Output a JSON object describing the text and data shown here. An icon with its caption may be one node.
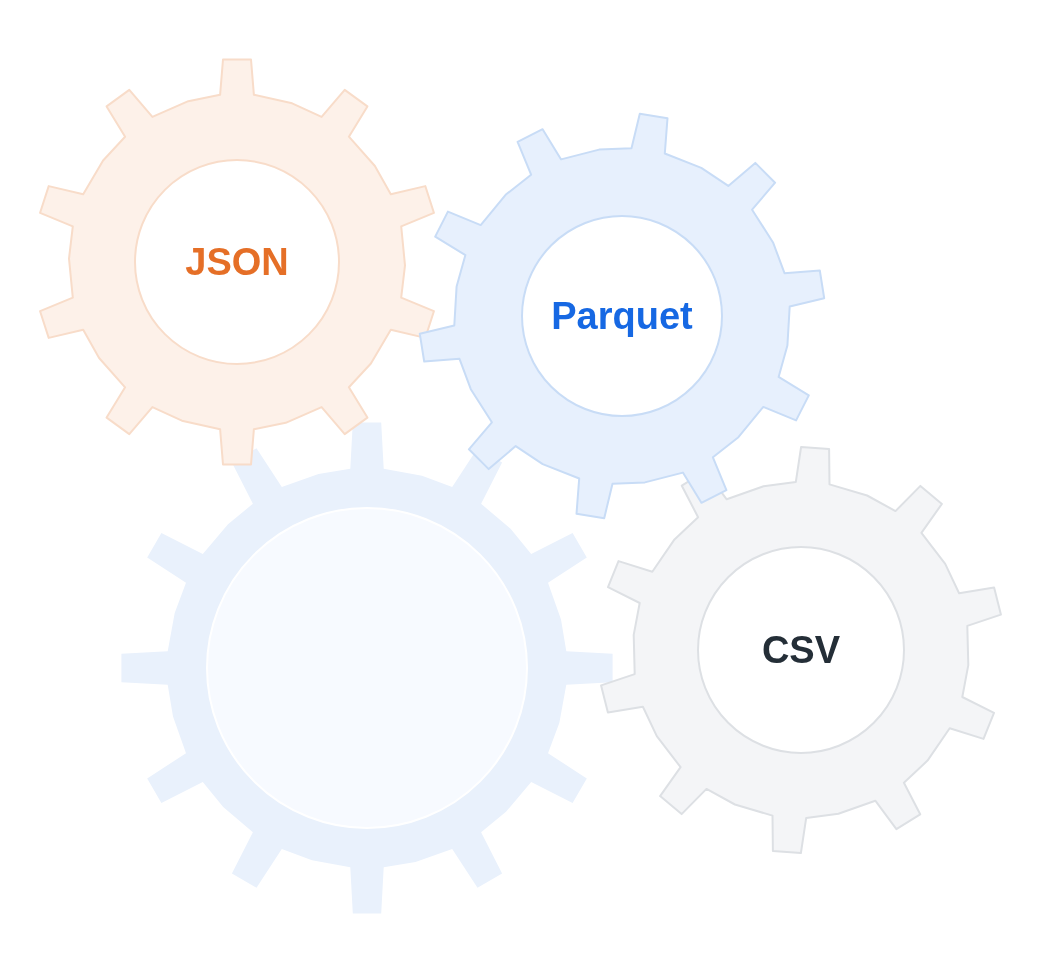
{
  "diagram": {
    "nodes": [
      {
        "text": [
          "JSON"
        ]
      },
      {
        "text": [
          "Parquet"
        ]
      },
      {
        "text": [
          "CSV"
        ]
      },
      {
        "text": [],
        "shape": "gear"
      }
    ]
  }
}
